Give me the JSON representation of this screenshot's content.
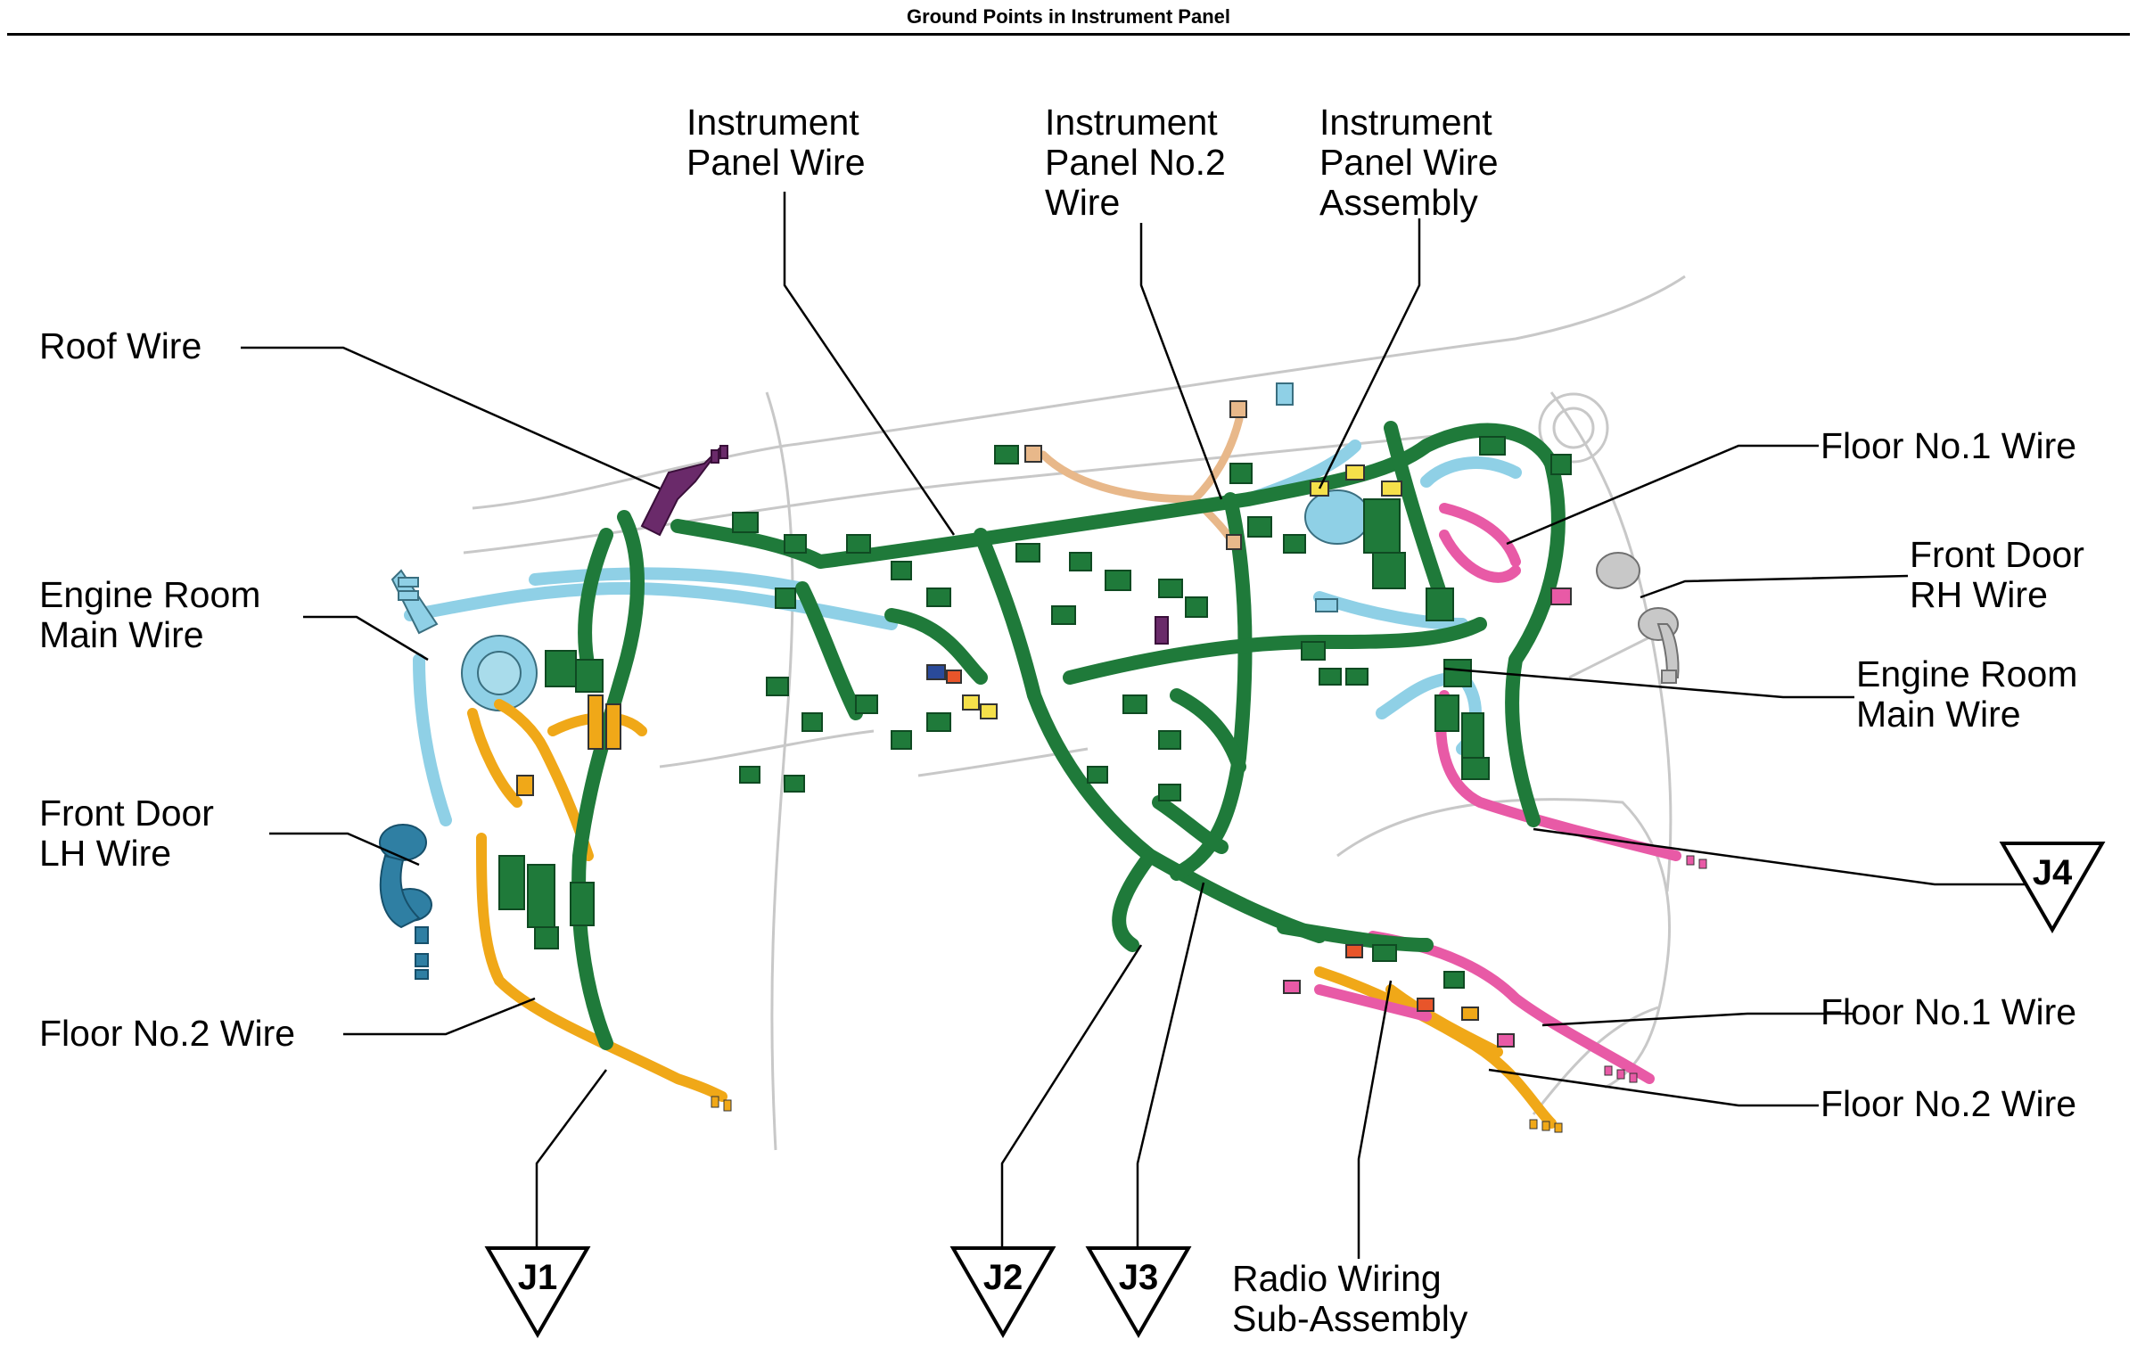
{
  "title": "Ground Points in Instrument Panel",
  "labels": {
    "roof_wire": [
      "Roof Wire"
    ],
    "engine_room_main_left": [
      "Engine Room",
      "Main Wire"
    ],
    "front_door_lh": [
      "Front Door",
      "LH Wire"
    ],
    "floor_no2_left": [
      "Floor No.2 Wire"
    ],
    "instrument_panel_wire": [
      "Instrument",
      "Panel Wire"
    ],
    "instrument_panel_no2": [
      "Instrument",
      "Panel No.2",
      "Wire"
    ],
    "instrument_panel_assembly": [
      "Instrument",
      "Panel Wire",
      "Assembly"
    ],
    "floor_no1_top": [
      "Floor No.1 Wire"
    ],
    "front_door_rh": [
      "Front Door",
      "RH Wire"
    ],
    "engine_room_main_right": [
      "Engine Room",
      "Main Wire"
    ],
    "floor_no1_bottom": [
      "Floor No.1 Wire"
    ],
    "floor_no2_right": [
      "Floor No.2 Wire"
    ],
    "radio_wiring": [
      "Radio Wiring",
      "Sub-Assembly"
    ]
  },
  "ground_points": [
    "J1",
    "J2",
    "J3",
    "J4"
  ],
  "colors": {
    "instrument_panel_wire": "#1f7a3a",
    "engine_room_main_wire": "#8fd0e6",
    "floor_no2_wire": "#f0a818",
    "floor_no1_wire": "#e85aa6",
    "roof_wire": "#6a2a6a",
    "front_door_lh_wire": "#2f7fa3",
    "front_door_rh_wire": "#b8b8b8",
    "instrument_panel_no2_wire": "#e8b88a",
    "dashboard_outline": "#c8c8c8"
  }
}
